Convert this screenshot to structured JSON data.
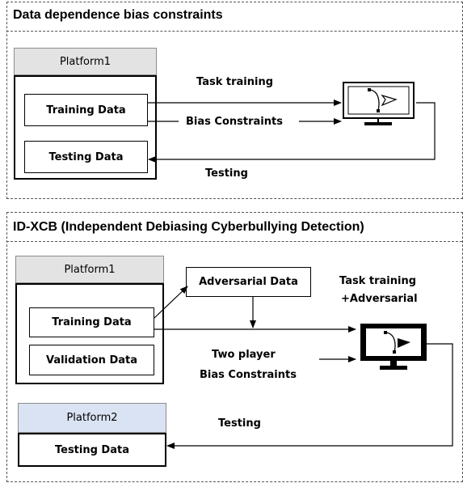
{
  "panel1": {
    "title": "Data dependence bias constraints",
    "platform_label": "Platform1",
    "training_box": "Training Data",
    "testing_box": "Testing Data",
    "label_task_training": "Task training",
    "label_bias_constraints": "Bias Constraints",
    "label_testing": "Testing"
  },
  "panel2": {
    "title": "ID-XCB (Independent Debiasing Cyberbullying Detection)",
    "platform1_label": "Platform1",
    "platform2_label": "Platform2",
    "adversarial_box": "Adversarial Data",
    "training_box": "Training Data",
    "validation_box": "Validation Data",
    "testing_box": "Testing Data",
    "label_task_training": "Task training",
    "label_adversarial": "+Adversarial",
    "label_two_player": "Two player",
    "label_bias_constraints": "Bias Constraints",
    "label_testing": "Testing"
  },
  "colors": {
    "platform_header_gray": "#e3e3e3",
    "platform_header_blue": "#dae3f3"
  },
  "icons": [
    "computer-monitor-icon"
  ]
}
